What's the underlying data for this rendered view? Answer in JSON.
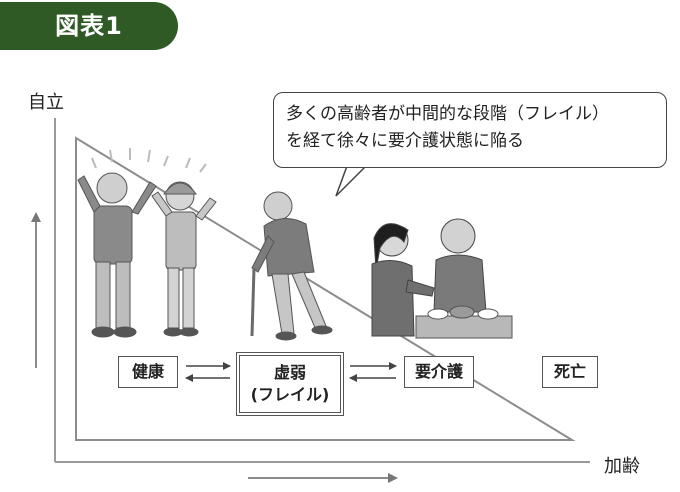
{
  "figure_title": "図表1",
  "axis": {
    "y_label": "自立",
    "x_label": "加齢"
  },
  "callout": {
    "line1": "多くの高齢者が中間的な段階（フレイル）",
    "line2": "を経て徐々に要介護状態に陥る"
  },
  "stages": {
    "healthy": "健康",
    "frail_line1": "虚弱",
    "frail_line2": "(フレイル)",
    "care": "要介護",
    "death": "死亡"
  },
  "colors": {
    "title_bg": "#2f5a25",
    "line": "#888888",
    "figure": "#8a8a8a"
  }
}
